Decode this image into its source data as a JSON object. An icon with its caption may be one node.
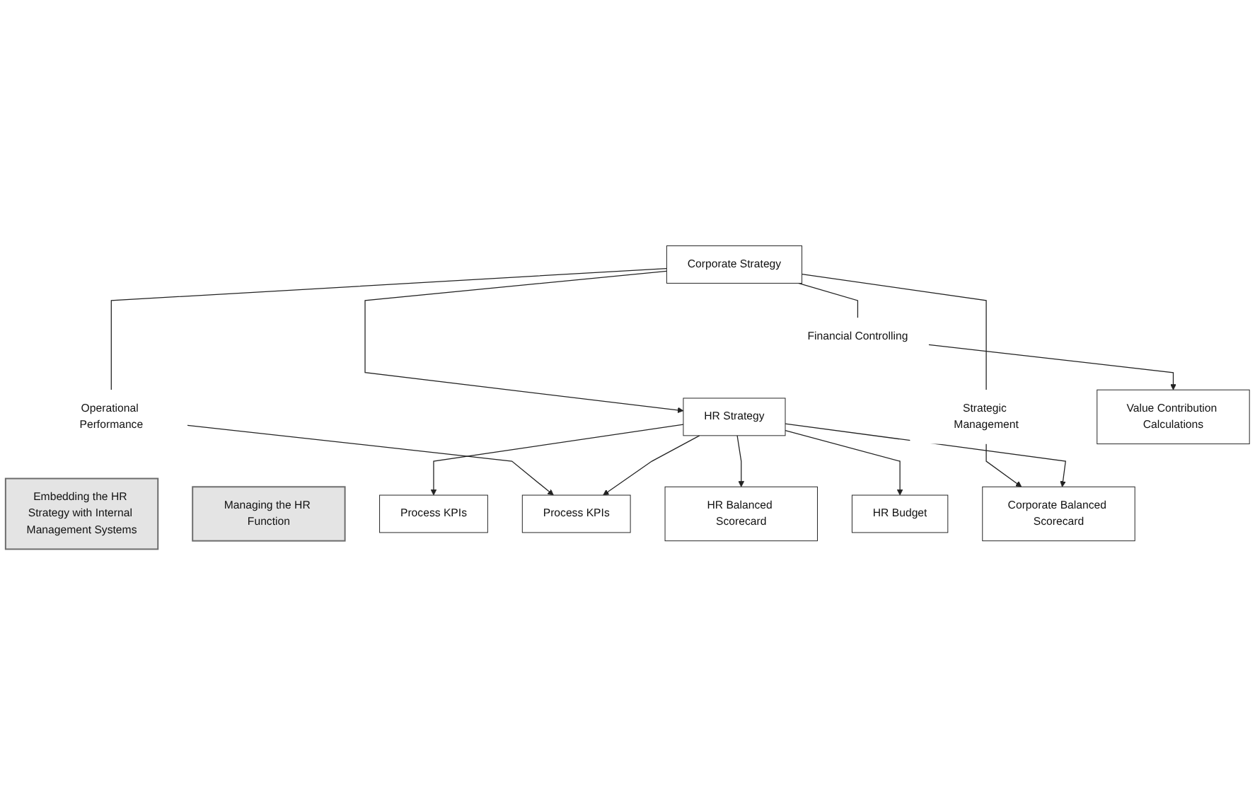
{
  "diagram": {
    "nodes": [
      {
        "text": [
          "Corporate Strategy"
        ]
      },
      {
        "text": [
          "Financial Controlling"
        ]
      },
      {
        "text": [
          "Strategic Management"
        ]
      },
      {
        "text": [
          "Operational Performance"
        ]
      },
      {
        "text": [
          "Value Contribution Calculations"
        ]
      },
      {
        "text": [
          "Corporate Balanced Scorecard"
        ]
      },
      {
        "text": [
          "Process KPIs"
        ]
      },
      {
        "text": [
          "Embedding the HR Strategy with Internal Management Systems"
        ]
      },
      {
        "text": [
          "HR Strategy"
        ]
      },
      {
        "text": [
          "HR Budget"
        ]
      },
      {
        "text": [
          "HR Balanced Scorecard"
        ]
      },
      {
        "text": [
          "Process KPIs"
        ]
      },
      {
        "text": [
          "Managing the HR Function"
        ]
      }
    ],
    "edges": [
      {
        "from": 0,
        "to": 1,
        "arrow": "none"
      },
      {
        "from": 0,
        "to": 2,
        "arrow": "none"
      },
      {
        "from": 0,
        "to": 3,
        "arrow": "none"
      },
      {
        "from": 1,
        "to": 4,
        "arrow": "to"
      },
      {
        "from": 2,
        "to": 5,
        "arrow": "to"
      },
      {
        "from": 3,
        "to": 6,
        "arrow": "to"
      },
      {
        "from": 0,
        "to": 8,
        "arrow": "to"
      },
      {
        "from": 8,
        "to": 5,
        "arrow": "to"
      },
      {
        "from": 8,
        "to": 6,
        "arrow": "to"
      },
      {
        "from": 8,
        "to": 9,
        "arrow": "to"
      },
      {
        "from": 8,
        "to": 10,
        "arrow": "to"
      },
      {
        "from": 8,
        "to": 11,
        "arrow": "to"
      }
    ]
  }
}
